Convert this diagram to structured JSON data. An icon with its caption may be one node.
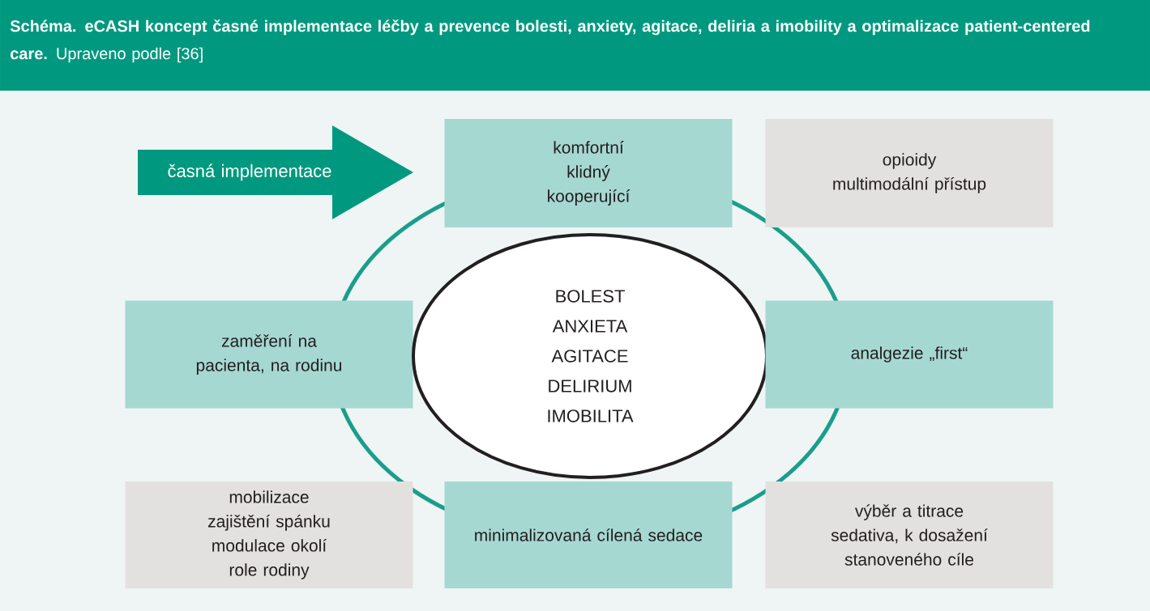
{
  "diagram": {
    "title": "**Schéma. eCASH koncept časné implementace léčby a prevence bolesti, anxiety, agitace, deliria a imobility a optimalizace patient-centered care.** Upraveno podle [36]",
    "nodes": [
      {
        "text": [
          "časná implementace"
        ]
      },
      {
        "text": [
          "komfortní",
          "klidný",
          "kooperující"
        ]
      },
      {
        "text": [
          "opioidy",
          "multimodální přístup"
        ]
      },
      {
        "text": [
          "zaměření na pacienta, na rodinu"
        ]
      },
      {
        "text": [
          "BOLEST",
          "ANXIETA",
          "AGITACE",
          "DELIRIUM",
          "IMOBILITA"
        ]
      },
      {
        "text": [
          "analgezie „first“"
        ]
      },
      {
        "text": [
          "mobilizace",
          "zajištění spánku",
          "modulace okolí",
          "role rodiny"
        ]
      },
      {
        "text": [
          "minimalizovaná cílená sedace"
        ]
      },
      {
        "text": [
          "výběr a titrace sedativa, k dosažení stanoveného cíle"
        ]
      }
    ]
  }
}
